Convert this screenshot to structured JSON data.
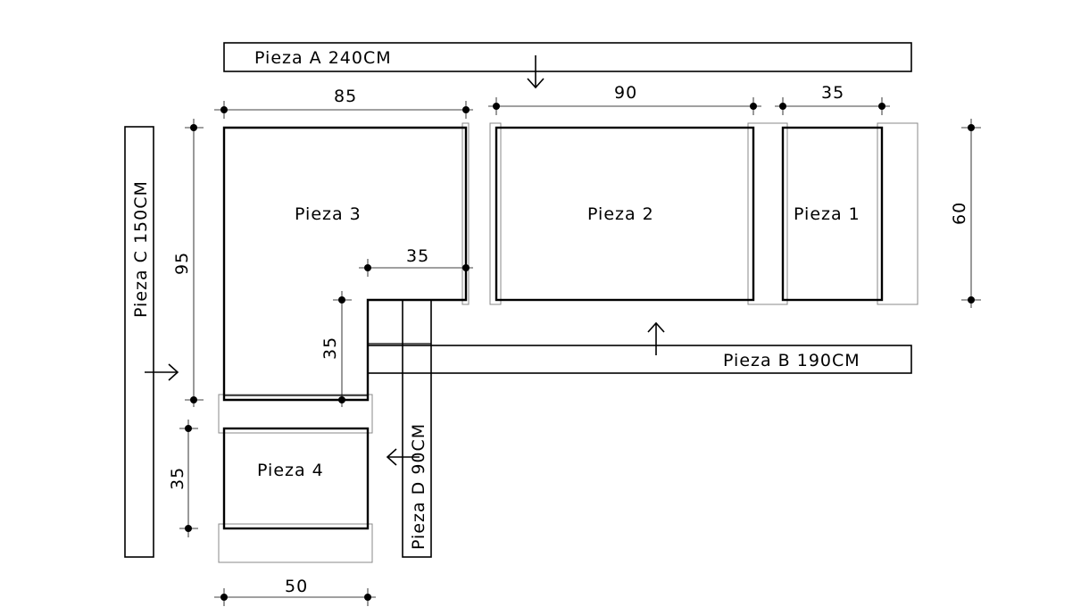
{
  "boards": {
    "a": "Pieza  A  240CM",
    "b": "Pieza  B  190CM",
    "c": "Pieza  C  150CM",
    "d": "Pieza  D  90CM"
  },
  "pieces": {
    "p1": "Pieza  1",
    "p2": "Pieza  2",
    "p3": "Pieza  3",
    "p4": "Pieza  4"
  },
  "dimensions": {
    "top_85": "85",
    "top_90": "90",
    "top_35": "35",
    "right_60": "60",
    "left_95": "95",
    "inner_35_h": "35",
    "inner_35_v": "35",
    "left_35": "35",
    "bottom_50": "50"
  }
}
